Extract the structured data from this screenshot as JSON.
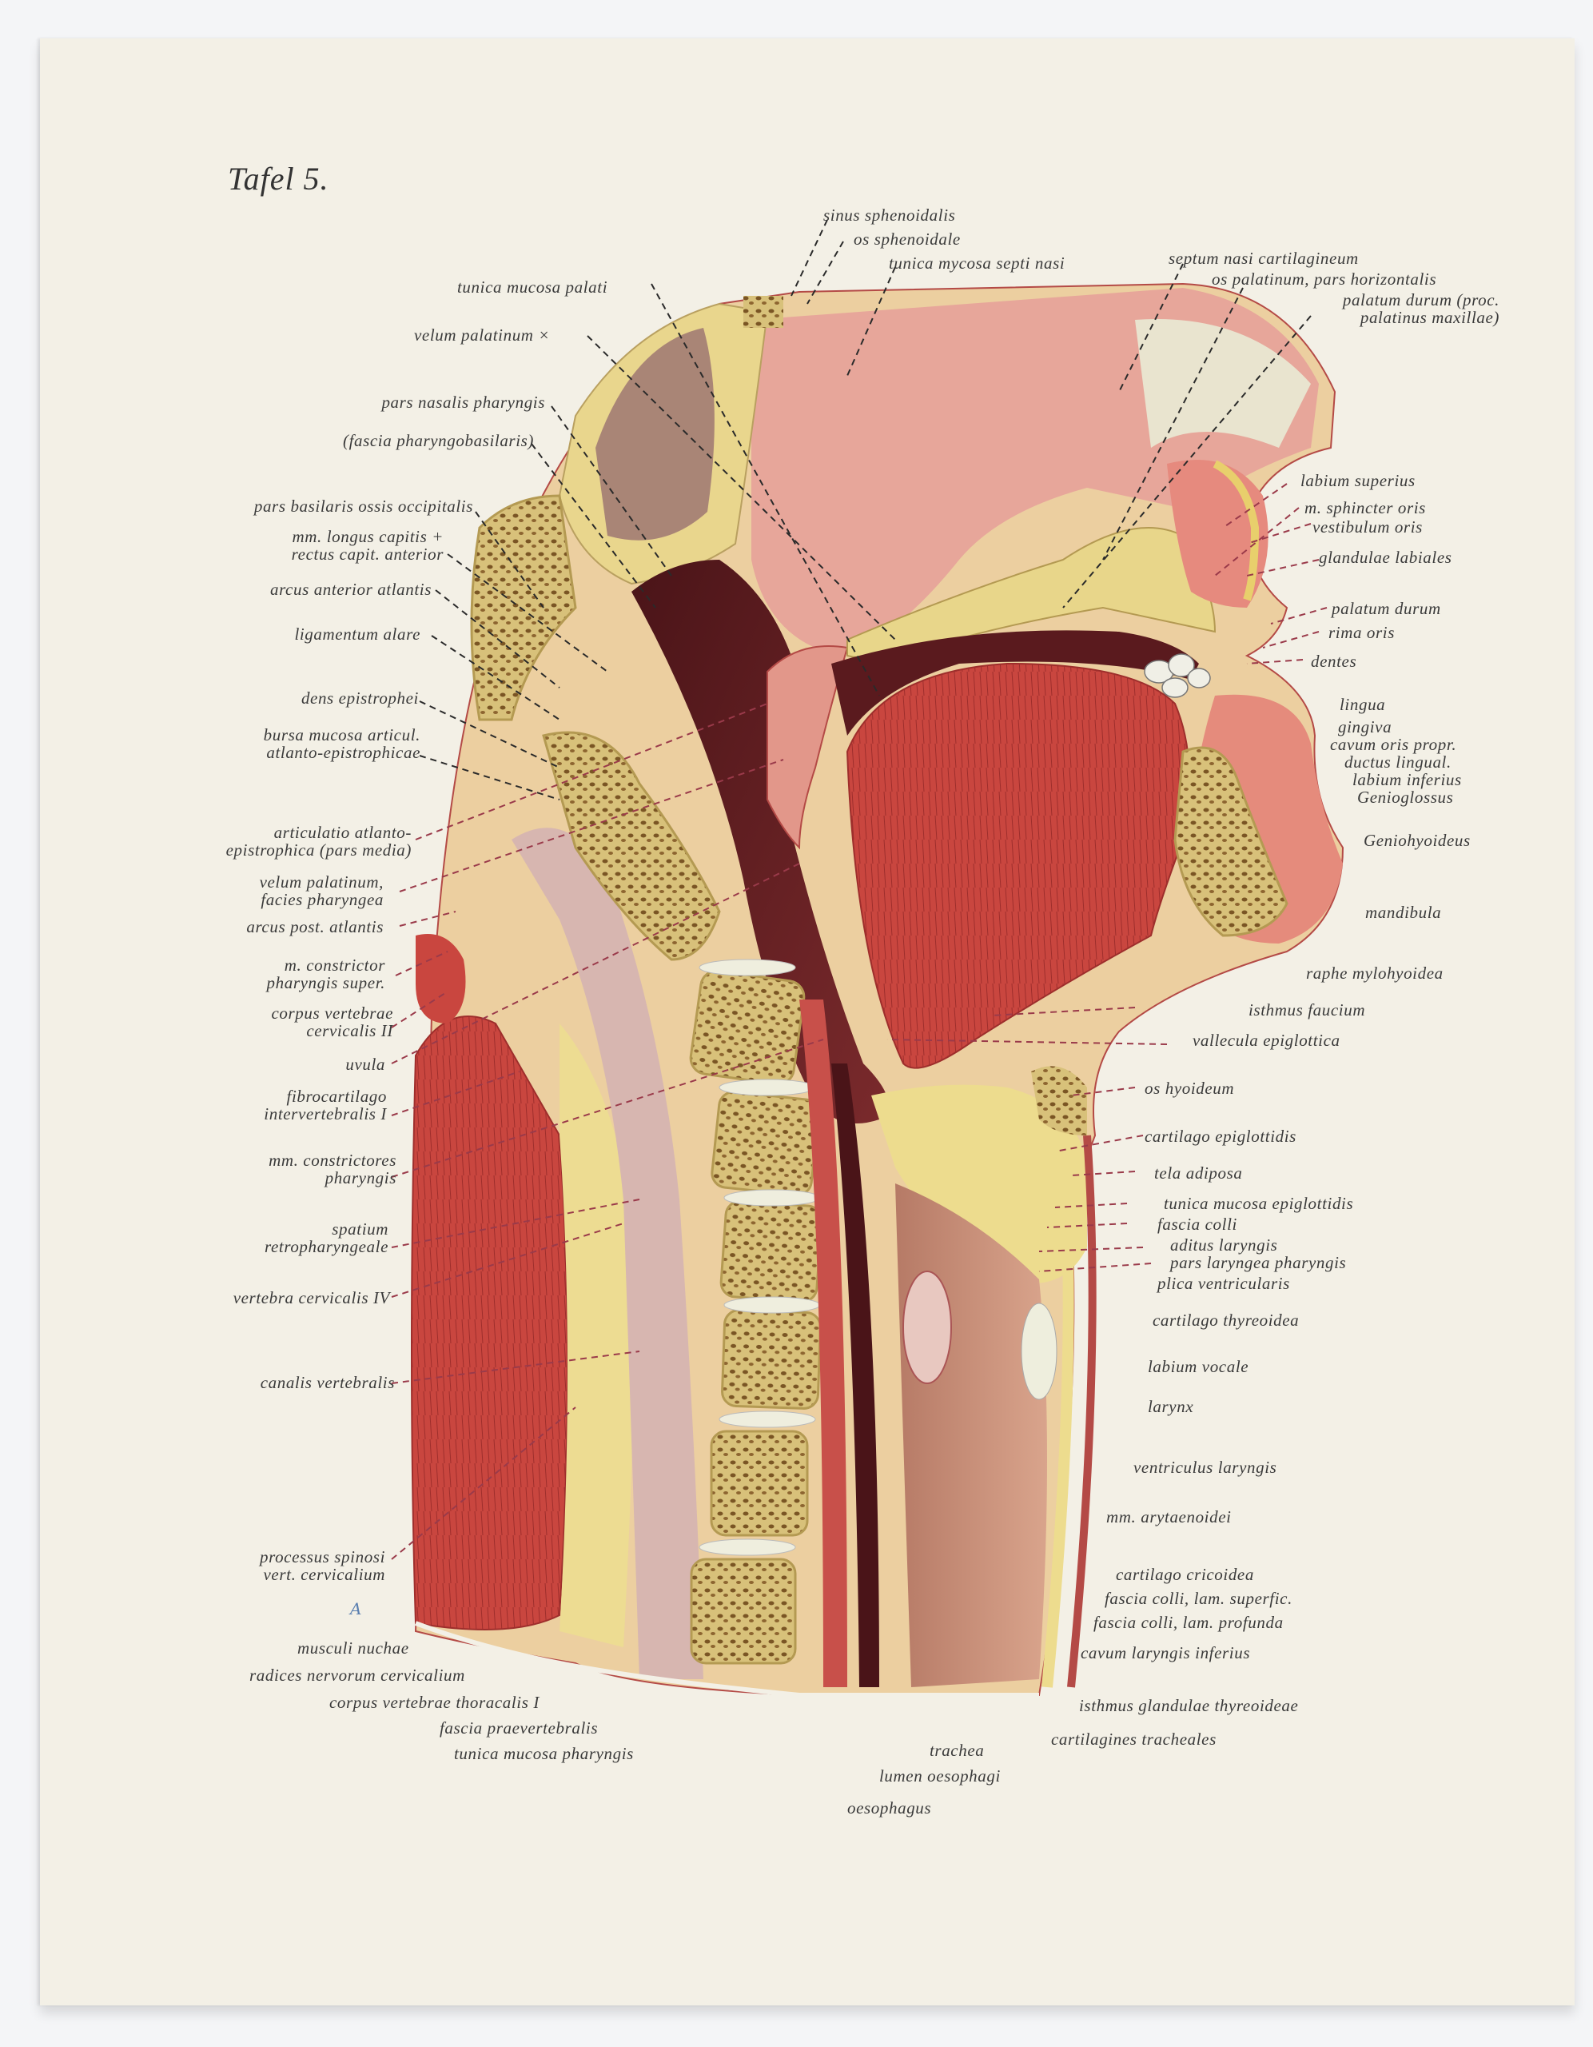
{
  "plate": {
    "title": "Tafel 5.",
    "subject": "Median sagittal section of head and neck",
    "colors": {
      "paper": "#f3f0e6",
      "muscle": "#c84a45",
      "bone_yellow": "#e8d68a",
      "bone_spongy": "#a8843c",
      "mucosa_pink": "#e9a39a",
      "cavity_dark": "#5a1a1e",
      "label_text": "#3a3a3a",
      "leader_red": "#9a3a4a",
      "leader_black": "#2a2a2a"
    }
  },
  "labels": {
    "top": [
      {
        "text": "sinus sphenoidalis"
      },
      {
        "text": "os sphenoidale"
      },
      {
        "text": "tunica mycosa septi nasi"
      },
      {
        "text": "septum nasi cartilagineum"
      },
      {
        "text": "os palatinum, pars horizontalis"
      },
      {
        "text": "palatum durum (proc.\npalatinus maxillae)"
      },
      {
        "text": "tunica mucosa palati"
      },
      {
        "text": "velum palatinum ×"
      }
    ],
    "left": [
      {
        "text": "pars nasalis pharyngis"
      },
      {
        "text": "(fascia pharyngobasilaris)"
      },
      {
        "text": "pars basilaris ossis occipitalis"
      },
      {
        "text": "mm. longus capitis +\nrectus capit. anterior"
      },
      {
        "text": "arcus anterior atlantis"
      },
      {
        "text": "ligamentum alare"
      },
      {
        "text": "dens epistrophei"
      },
      {
        "text": "bursa mucosa articul.\natlanto-epistrophicae"
      },
      {
        "text": "articulatio atlanto-\nepistrophica (pars media)"
      },
      {
        "text": "velum palatinum,\nfacies pharyngea"
      },
      {
        "text": "arcus post. atlantis"
      },
      {
        "text": "m. constrictor\npharyngis super."
      },
      {
        "text": "corpus vertebrae\ncervicalis II"
      },
      {
        "text": "uvula"
      },
      {
        "text": "fibrocartilago\nintervertebralis I"
      },
      {
        "text": "mm. constrictores\npharyngis"
      },
      {
        "text": "spatium\nretropharyngeale"
      },
      {
        "text": "vertebra cervicalis IV"
      },
      {
        "text": "canalis vertebralis"
      },
      {
        "text": "processus spinosi\nvert. cervicalium"
      }
    ],
    "bottom": [
      {
        "text": "musculi nuchae"
      },
      {
        "text": "radices nervorum cervicalium"
      },
      {
        "text": "corpus vertebrae thoracalis I"
      },
      {
        "text": "fascia praevertebralis"
      },
      {
        "text": "tunica mucosa pharyngis"
      },
      {
        "text": "trachea"
      },
      {
        "text": "lumen oesophagi"
      },
      {
        "text": "oesophagus"
      },
      {
        "text": "cartilagines tracheales"
      },
      {
        "text": "isthmus glandulae thyreoideae"
      }
    ],
    "right": [
      {
        "text": "labium superius"
      },
      {
        "text": "m. sphincter oris"
      },
      {
        "text": "vestibulum oris"
      },
      {
        "text": "glandulae labiales"
      },
      {
        "text": "palatum durum"
      },
      {
        "text": "rima oris"
      },
      {
        "text": "dentes"
      },
      {
        "text": "lingua"
      },
      {
        "text": "gingiva"
      },
      {
        "text": "cavum oris propr."
      },
      {
        "text": "ductus lingual."
      },
      {
        "text": "labium inferius"
      },
      {
        "text": "Genioglossus"
      },
      {
        "text": "Geniohyoideus"
      },
      {
        "text": "mandibula"
      },
      {
        "text": "raphe mylohyoidea"
      },
      {
        "text": "isthmus faucium"
      },
      {
        "text": "vallecula epiglottica"
      },
      {
        "text": "os hyoideum"
      },
      {
        "text": "cartilago epiglottidis"
      },
      {
        "text": "tela adiposa"
      },
      {
        "text": "tunica mucosa epiglottidis"
      },
      {
        "text": "fascia colli"
      },
      {
        "text": "aditus laryngis"
      },
      {
        "text": "pars laryngea pharyngis"
      },
      {
        "text": "plica ventricularis"
      },
      {
        "text": "cartilago thyreoidea"
      },
      {
        "text": "labium vocale"
      },
      {
        "text": "larynx"
      },
      {
        "text": "ventriculus laryngis"
      },
      {
        "text": "mm. arytaenoidei"
      },
      {
        "text": "cartilago cricoidea"
      },
      {
        "text": "fascia colli, lam. superfic."
      },
      {
        "text": "fascia colli, lam. profunda"
      },
      {
        "text": "cavum laryngis inferius"
      }
    ]
  },
  "annotations": {
    "pencil_mark": "A"
  }
}
